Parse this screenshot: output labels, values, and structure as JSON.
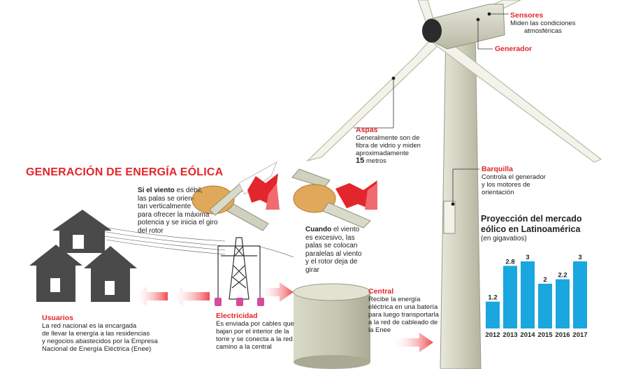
{
  "title": "GENERACIÓN DE ENERGÍA EÓLICA",
  "labels": {
    "sensores": {
      "heading": "Sensores",
      "text1": "Miden las condiciones",
      "text2": "atmosféricas"
    },
    "generador": {
      "heading": "Generador"
    },
    "aspas": {
      "heading": "Aspas",
      "text1": "Generalmente son de",
      "text2": "fibra de vidrio y miden",
      "text3": "aproximadamente",
      "value": "15",
      "unit": " metros"
    },
    "barquilla": {
      "heading": "Barquilla",
      "text1": "Controla el generador",
      "text2": "y los motores de",
      "text3": "orientación"
    },
    "viento_debil": {
      "bold": "Si el viento",
      "l1": " es débil,",
      "l2": "las palas se orien-",
      "l3": "tan verticalmente",
      "l4": "para ofrecer la máxima",
      "l5": "potencia y se inicia el giro",
      "l6": "del rotor"
    },
    "viento_excesivo": {
      "bold": "Cuando",
      "l1": " el viento",
      "l2": "es excesivo, las",
      "l3": "palas se colocan",
      "l4": "paralelas al viento",
      "l5": "y el rotor deja de",
      "l6": "girar"
    },
    "central": {
      "heading": "Central",
      "l1": "Recibe la energía",
      "l2": "eléctrica en una batería",
      "l3": "para luego transportarla",
      "l4": "a la red de cableado de",
      "l5": "la Enee"
    },
    "electricidad": {
      "heading": "Electricidad",
      "l1": "Es enviada por cables que",
      "l2": "bajan por el interior de la",
      "l3": "torre y se conecta a la red",
      "l4": "camino a la central"
    },
    "usuarios": {
      "heading": "Usuarios",
      "l1": "La red nacional es la encargada",
      "l2": "de llevar la energía a las residencias",
      "l3": "y negocios abastecidos por la Empresa",
      "l4": "Nacional de Energía Eléctrica (Enee)"
    }
  },
  "chart": {
    "title1": "Proyección del mercado",
    "title2": "eólico en Latinoamérica",
    "subtitle": "(en gigavatios)"
  },
  "chart_data": {
    "type": "bar",
    "title": "Proyección del mercado eólico en Latinoamérica",
    "ylabel": "(en gigavatios)",
    "categories": [
      "2012",
      "2013",
      "2014",
      "2015",
      "2016",
      "2017"
    ],
    "values": [
      1.2,
      2.8,
      3,
      2,
      2.2,
      3
    ],
    "value_labels": [
      "1.2",
      "2.8",
      "3",
      "2",
      "2.2",
      "3"
    ],
    "ylim": [
      0,
      3
    ],
    "color": "#1aa6de"
  },
  "colors": {
    "accent": "#e3262b",
    "bar": "#1aa6de",
    "house": "#4a4a4a",
    "tower": "#c8c9b4"
  }
}
